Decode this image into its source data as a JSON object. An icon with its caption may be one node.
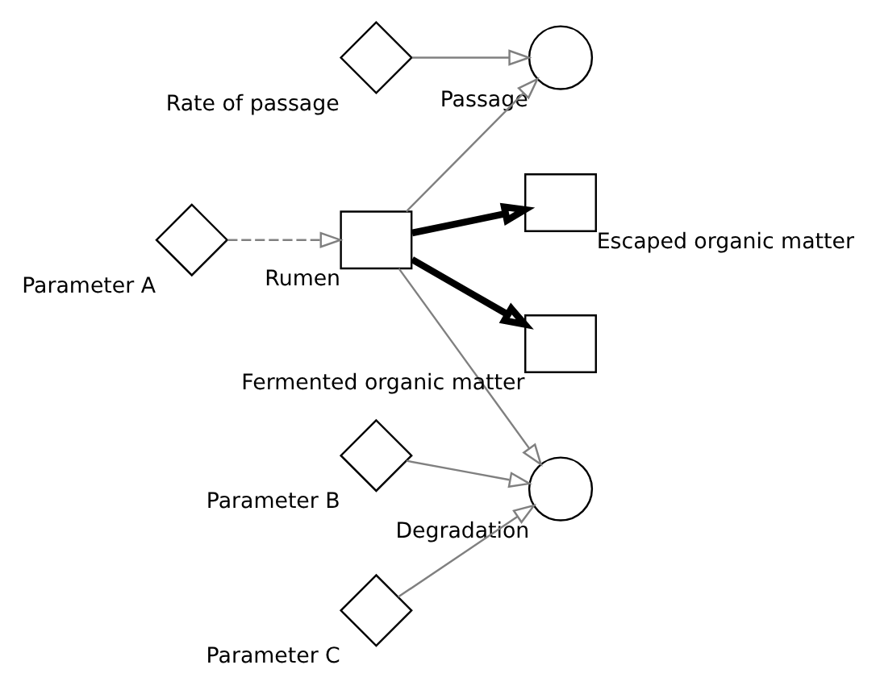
{
  "diagram": {
    "nodes": [
      {
        "text": [
          "Escaped organic matter"
        ]
      },
      {
        "text": [
          "Rate of passage"
        ]
      },
      {
        "text": [
          "Passage"
        ]
      },
      {
        "text": [
          "Degradation"
        ]
      },
      {
        "text": [
          "Parameter A"
        ]
      },
      {
        "text": [
          "Rumen"
        ]
      },
      {
        "text": [
          "Fermented organic matter"
        ]
      },
      {
        "text": [
          "Parameter B"
        ]
      },
      {
        "text": [
          "Parameter C"
        ]
      }
    ],
    "edges": [
      {
        "from": 5,
        "to": 0,
        "arrow": "to",
        "style": "thick",
        "color": "#000000"
      },
      {
        "from": 5,
        "to": 6,
        "arrow": "to",
        "style": "thick",
        "color": "#000000"
      },
      {
        "from": 1,
        "to": 2,
        "arrow": "to"
      },
      {
        "from": 5,
        "to": 2,
        "arrow": "to"
      },
      {
        "from": 4,
        "to": 5,
        "arrow": "to",
        "style": "dashed"
      },
      {
        "from": 5,
        "to": 3,
        "arrow": "to"
      },
      {
        "from": 7,
        "to": 3,
        "arrow": "to"
      },
      {
        "from": 8,
        "to": 3,
        "arrow": "to"
      }
    ]
  }
}
